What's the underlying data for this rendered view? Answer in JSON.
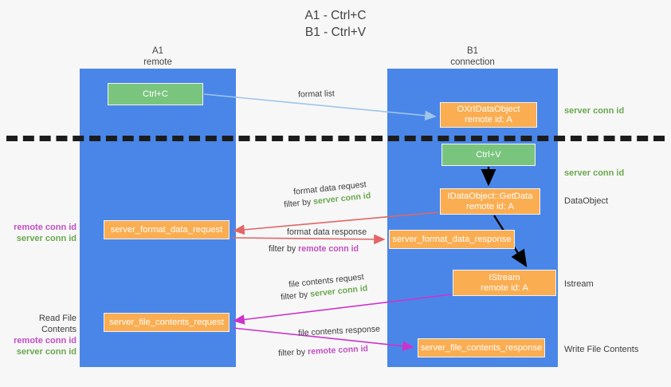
{
  "title": {
    "line1": "A1 - Ctrl+C",
    "line2": "B1 - Ctrl+V"
  },
  "lanes": [
    {
      "id": "a1",
      "name": "A1",
      "sub": "remote",
      "color": "#4a86e8"
    },
    {
      "id": "b1",
      "name": "B1",
      "sub": "connection",
      "color": "#4a86e8"
    }
  ],
  "boxes": {
    "ctrl_c": {
      "label": "Ctrl+C",
      "color": "#7ac57e"
    },
    "ctrl_v": {
      "label": "Ctrl+V",
      "color": "#7ac57e"
    },
    "idataobject": {
      "line1": "OXrIDataObject",
      "line2": "remote id: A",
      "color": "#fbad51"
    },
    "getdata": {
      "line1": "IDataObject::GetData",
      "line2": "remote id: A",
      "color": "#fbad51"
    },
    "istream": {
      "line1": "IStream",
      "line2": "remote id: A",
      "color": "#fbad51"
    },
    "format_data_request": {
      "label": "server_format_data_request",
      "color": "#fbad51"
    },
    "format_data_response": {
      "label": "server_format_data_response",
      "color": "#fbad51"
    },
    "file_contents_request": {
      "label": "server_file_contents_request",
      "color": "#fbad51"
    },
    "file_contents_response": {
      "label": "server_file_contents_response",
      "color": "#fbad51"
    }
  },
  "arrow_labels": {
    "format_list": "format list",
    "format_data_request": "format data request",
    "format_data_request_filter_prefix": "filter by ",
    "format_data_request_filter_value": "server conn id",
    "format_data_response": "format data response",
    "format_data_response_filter_prefix": "filter by ",
    "format_data_response_filter_value": "remote conn id",
    "file_contents_request": "file contents request",
    "file_contents_request_filter_prefix": "filter by ",
    "file_contents_request_filter_value": "server conn id",
    "file_contents_response": "file contents response",
    "file_contents_response_filter_prefix": "filter by ",
    "file_contents_response_filter_value": "remote conn id"
  },
  "side_labels": {
    "right": [
      {
        "text": "server conn id",
        "color": "#6aa84f"
      },
      {
        "text": "server conn id",
        "color": "#6aa84f"
      },
      {
        "text": "DataObject",
        "color": "#3d3d3d"
      },
      {
        "text": "Istream",
        "color": "#3d3d3d"
      },
      {
        "text": "Write File Contents",
        "color": "#3d3d3d"
      }
    ],
    "left_upper": {
      "remote": "remote conn id",
      "server": "server conn id"
    },
    "left_lower": {
      "heading": "Read File Contents",
      "remote": "remote conn id",
      "server": "server conn id"
    }
  },
  "colors": {
    "lane": "#4a86e8",
    "orange": "#fbad51",
    "green_box": "#7ac57e",
    "green_text": "#6aa84f",
    "magenta_text": "#c24fc2",
    "arrow_blue": "#9fc5e8",
    "arrow_red": "#e06666",
    "arrow_magenta": "#cc33cc",
    "arrow_black": "#000000",
    "background": "#f7f7f7"
  }
}
